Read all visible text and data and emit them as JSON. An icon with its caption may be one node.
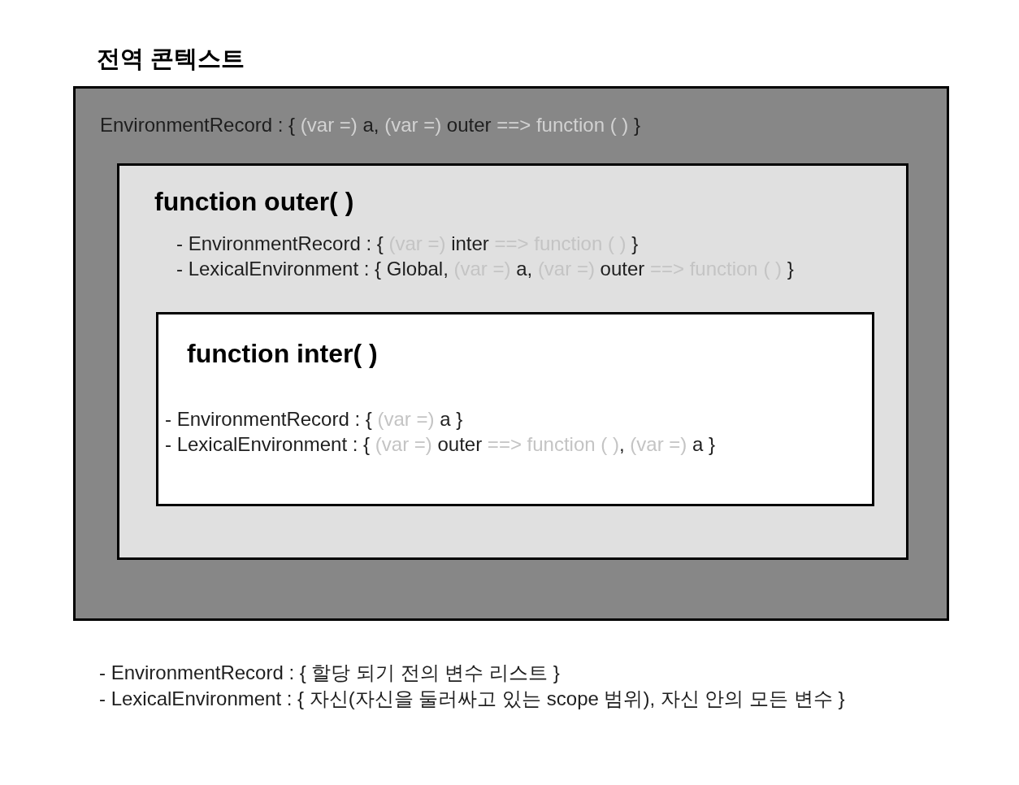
{
  "diagram": {
    "nodes": [
      {
        "text": [
          "전역 콘텍스트",
          "EnvironmentRecord : { *(var =)* a, *(var =)* outer *==> function ( )* }"
        ]
      },
      {
        "text": [
          "function outer( )",
          "- EnvironmentRecord : { *(var =)* inter *==> function ( )* }",
          "- LexicalEnvironment : { Global, *(var =)* a, *(var =)* outer *==> function ( )* }"
        ],
        "in": 0
      },
      {
        "text": [
          "function inter( )",
          "- EnvironmentRecord : { *(var =)* a }",
          "- LexicalEnvironment : { *(var =)* outer *==> function ( )*, *(var =)* a }"
        ],
        "in": 1
      }
    ],
    "edges": [],
    "labels": [
      "- EnvironmentRecord : { 할당 되기 전의 변수 리스트 }",
      "- LexicalEnvironment : { 자신(자신을 둘러싸고 있는 scope 범위), 자신 안의 모든 변수 }"
    ]
  }
}
